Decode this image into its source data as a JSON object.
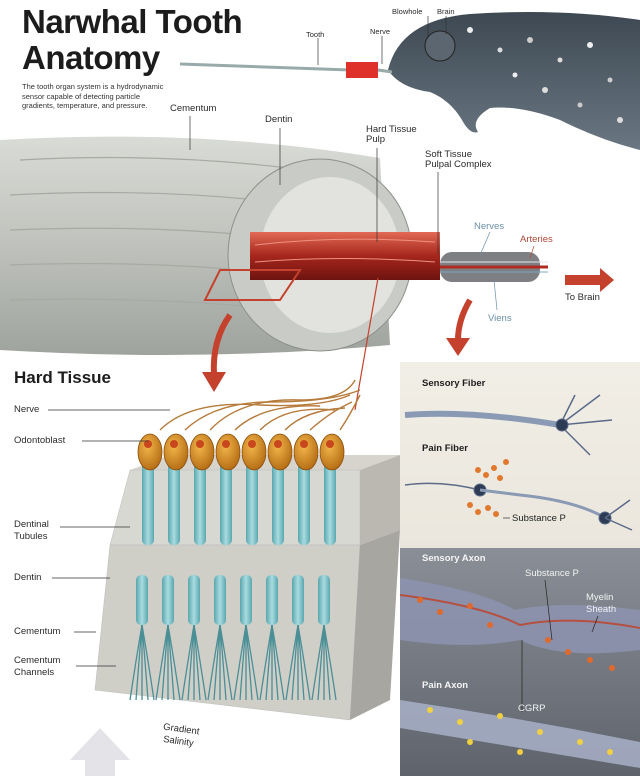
{
  "title": {
    "line1": "Narwhal Tooth",
    "line2": "Anatomy"
  },
  "intro": "The tooth organ system is a hydrodynamic sensor capable of detecting particle gradients, temperature, and pressure.",
  "top_labels": {
    "tooth": "Tooth",
    "nerve": "Nerve",
    "blowhole": "Blowhole",
    "brain": "Brain",
    "cementum": "Cementum",
    "dentin": "Dentin",
    "hard_tissue_pulp": [
      "Hard Tissue",
      "Pulp"
    ],
    "soft_tissue": [
      "Soft Tissue",
      "Pulpal Complex"
    ],
    "nerves": "Nerves",
    "arteries": "Arteries",
    "viens": "Viens",
    "to_brain": "To Brain"
  },
  "hard_tissue": {
    "heading": "Hard Tissue",
    "labels": {
      "nerve": "Nerve",
      "odontoblast": "Odontoblast",
      "dentinal_tubules": [
        "Dentinal",
        "Tubules"
      ],
      "dentin": "Dentin",
      "cementum": "Cementum",
      "cementum_channels": [
        "Cementum",
        "Channels"
      ],
      "gradient": [
        "Gradient",
        "Salinity"
      ]
    }
  },
  "panels": {
    "sensory_fiber": "Sensory Fiber",
    "pain_fiber": "Pain Fiber",
    "substance_p_1": "Substance P",
    "sensory_axon": "Sensory Axon",
    "substance_p_2": "Substance P",
    "myelin_sheath": [
      "Myelin",
      "Sheath"
    ],
    "pain_axon": "Pain Axon",
    "cgrp": "CGRP"
  },
  "colors": {
    "accent_red": "#c4412e",
    "tusk": "#cfd1cc",
    "tubule": "#8fc9cf",
    "odontoblast": "#d98a1e",
    "whale": "#4e5a66"
  }
}
